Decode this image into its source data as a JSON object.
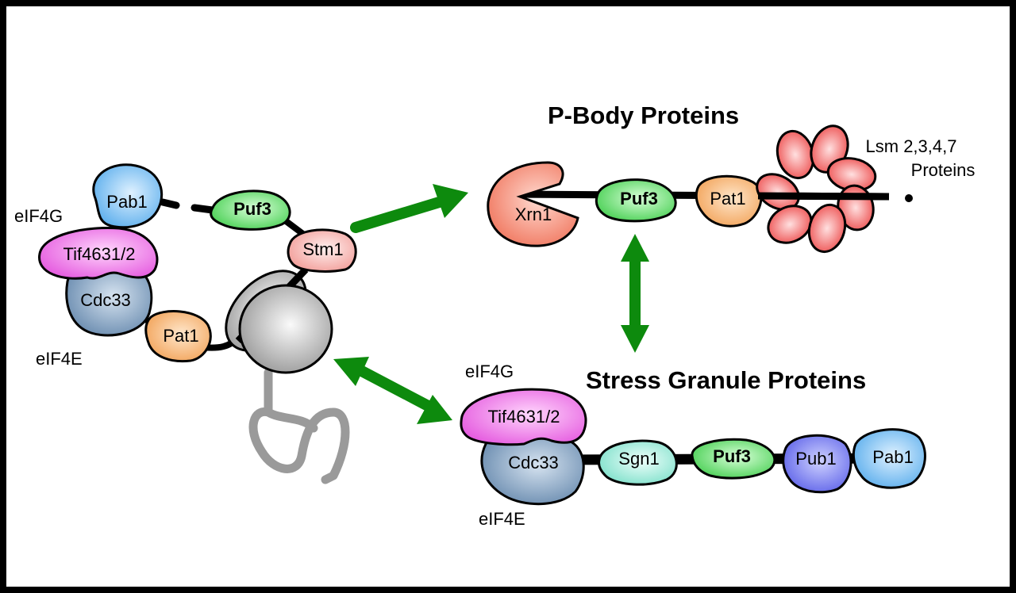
{
  "colors": {
    "pab1": "#5fb3f0",
    "puf3": "#4fd65a",
    "stm1": "#f4a8a4",
    "tif4631": "#ee66e8",
    "cdc33": "#6f93b8",
    "pat1": "#f6b06a",
    "xrn1": "#f37a62",
    "lsm": "#f05a5a",
    "sgn1": "#7fe8cf",
    "pub1": "#6a6ef0",
    "ribosome": "#9c9c9c",
    "arrow": "#0d8a0d",
    "mrna_tail": "#9a9a9a"
  },
  "left_complex": {
    "proteins": [
      {
        "id": "pab1",
        "label": "Pab1",
        "bold": false
      },
      {
        "id": "puf3",
        "label": "Puf3",
        "bold": true
      },
      {
        "id": "stm1",
        "label": "Stm1",
        "bold": false
      },
      {
        "id": "tif4631",
        "label": "Tif4631/2",
        "bold": false
      },
      {
        "id": "cdc33",
        "label": "Cdc33",
        "bold": false
      },
      {
        "id": "pat1",
        "label": "Pat1",
        "bold": false
      }
    ],
    "labels": {
      "eif4g": "eIF4G",
      "eif4e": "eIF4E"
    }
  },
  "pbody": {
    "title": "P-Body Proteins",
    "proteins": [
      {
        "id": "xrn1",
        "label": "Xrn1",
        "bold": false
      },
      {
        "id": "puf3",
        "label": "Puf3",
        "bold": true
      },
      {
        "id": "pat1",
        "label": "Pat1",
        "bold": false
      }
    ],
    "lsm_label_line1": "Lsm 2,3,4,7",
    "lsm_label_line2": "Proteins",
    "lsm_count": 7
  },
  "stress_granule": {
    "title": "Stress Granule Proteins",
    "proteins": [
      {
        "id": "tif4631",
        "label": "Tif4631/2",
        "bold": false
      },
      {
        "id": "cdc33",
        "label": "Cdc33",
        "bold": false
      },
      {
        "id": "sgn1",
        "label": "Sgn1",
        "bold": false
      },
      {
        "id": "puf3",
        "label": "Puf3",
        "bold": true
      },
      {
        "id": "pub1",
        "label": "Pub1",
        "bold": false
      },
      {
        "id": "pab1",
        "label": "Pab1",
        "bold": false
      }
    ],
    "labels": {
      "eif4g": "eIF4G",
      "eif4e": "eIF4E"
    }
  },
  "arrows": [
    {
      "from": "left_complex",
      "to": "pbody",
      "type": "single"
    },
    {
      "from": "pbody",
      "to": "stress_granule",
      "type": "double"
    },
    {
      "from": "left_complex",
      "to": "stress_granule",
      "type": "double"
    }
  ]
}
